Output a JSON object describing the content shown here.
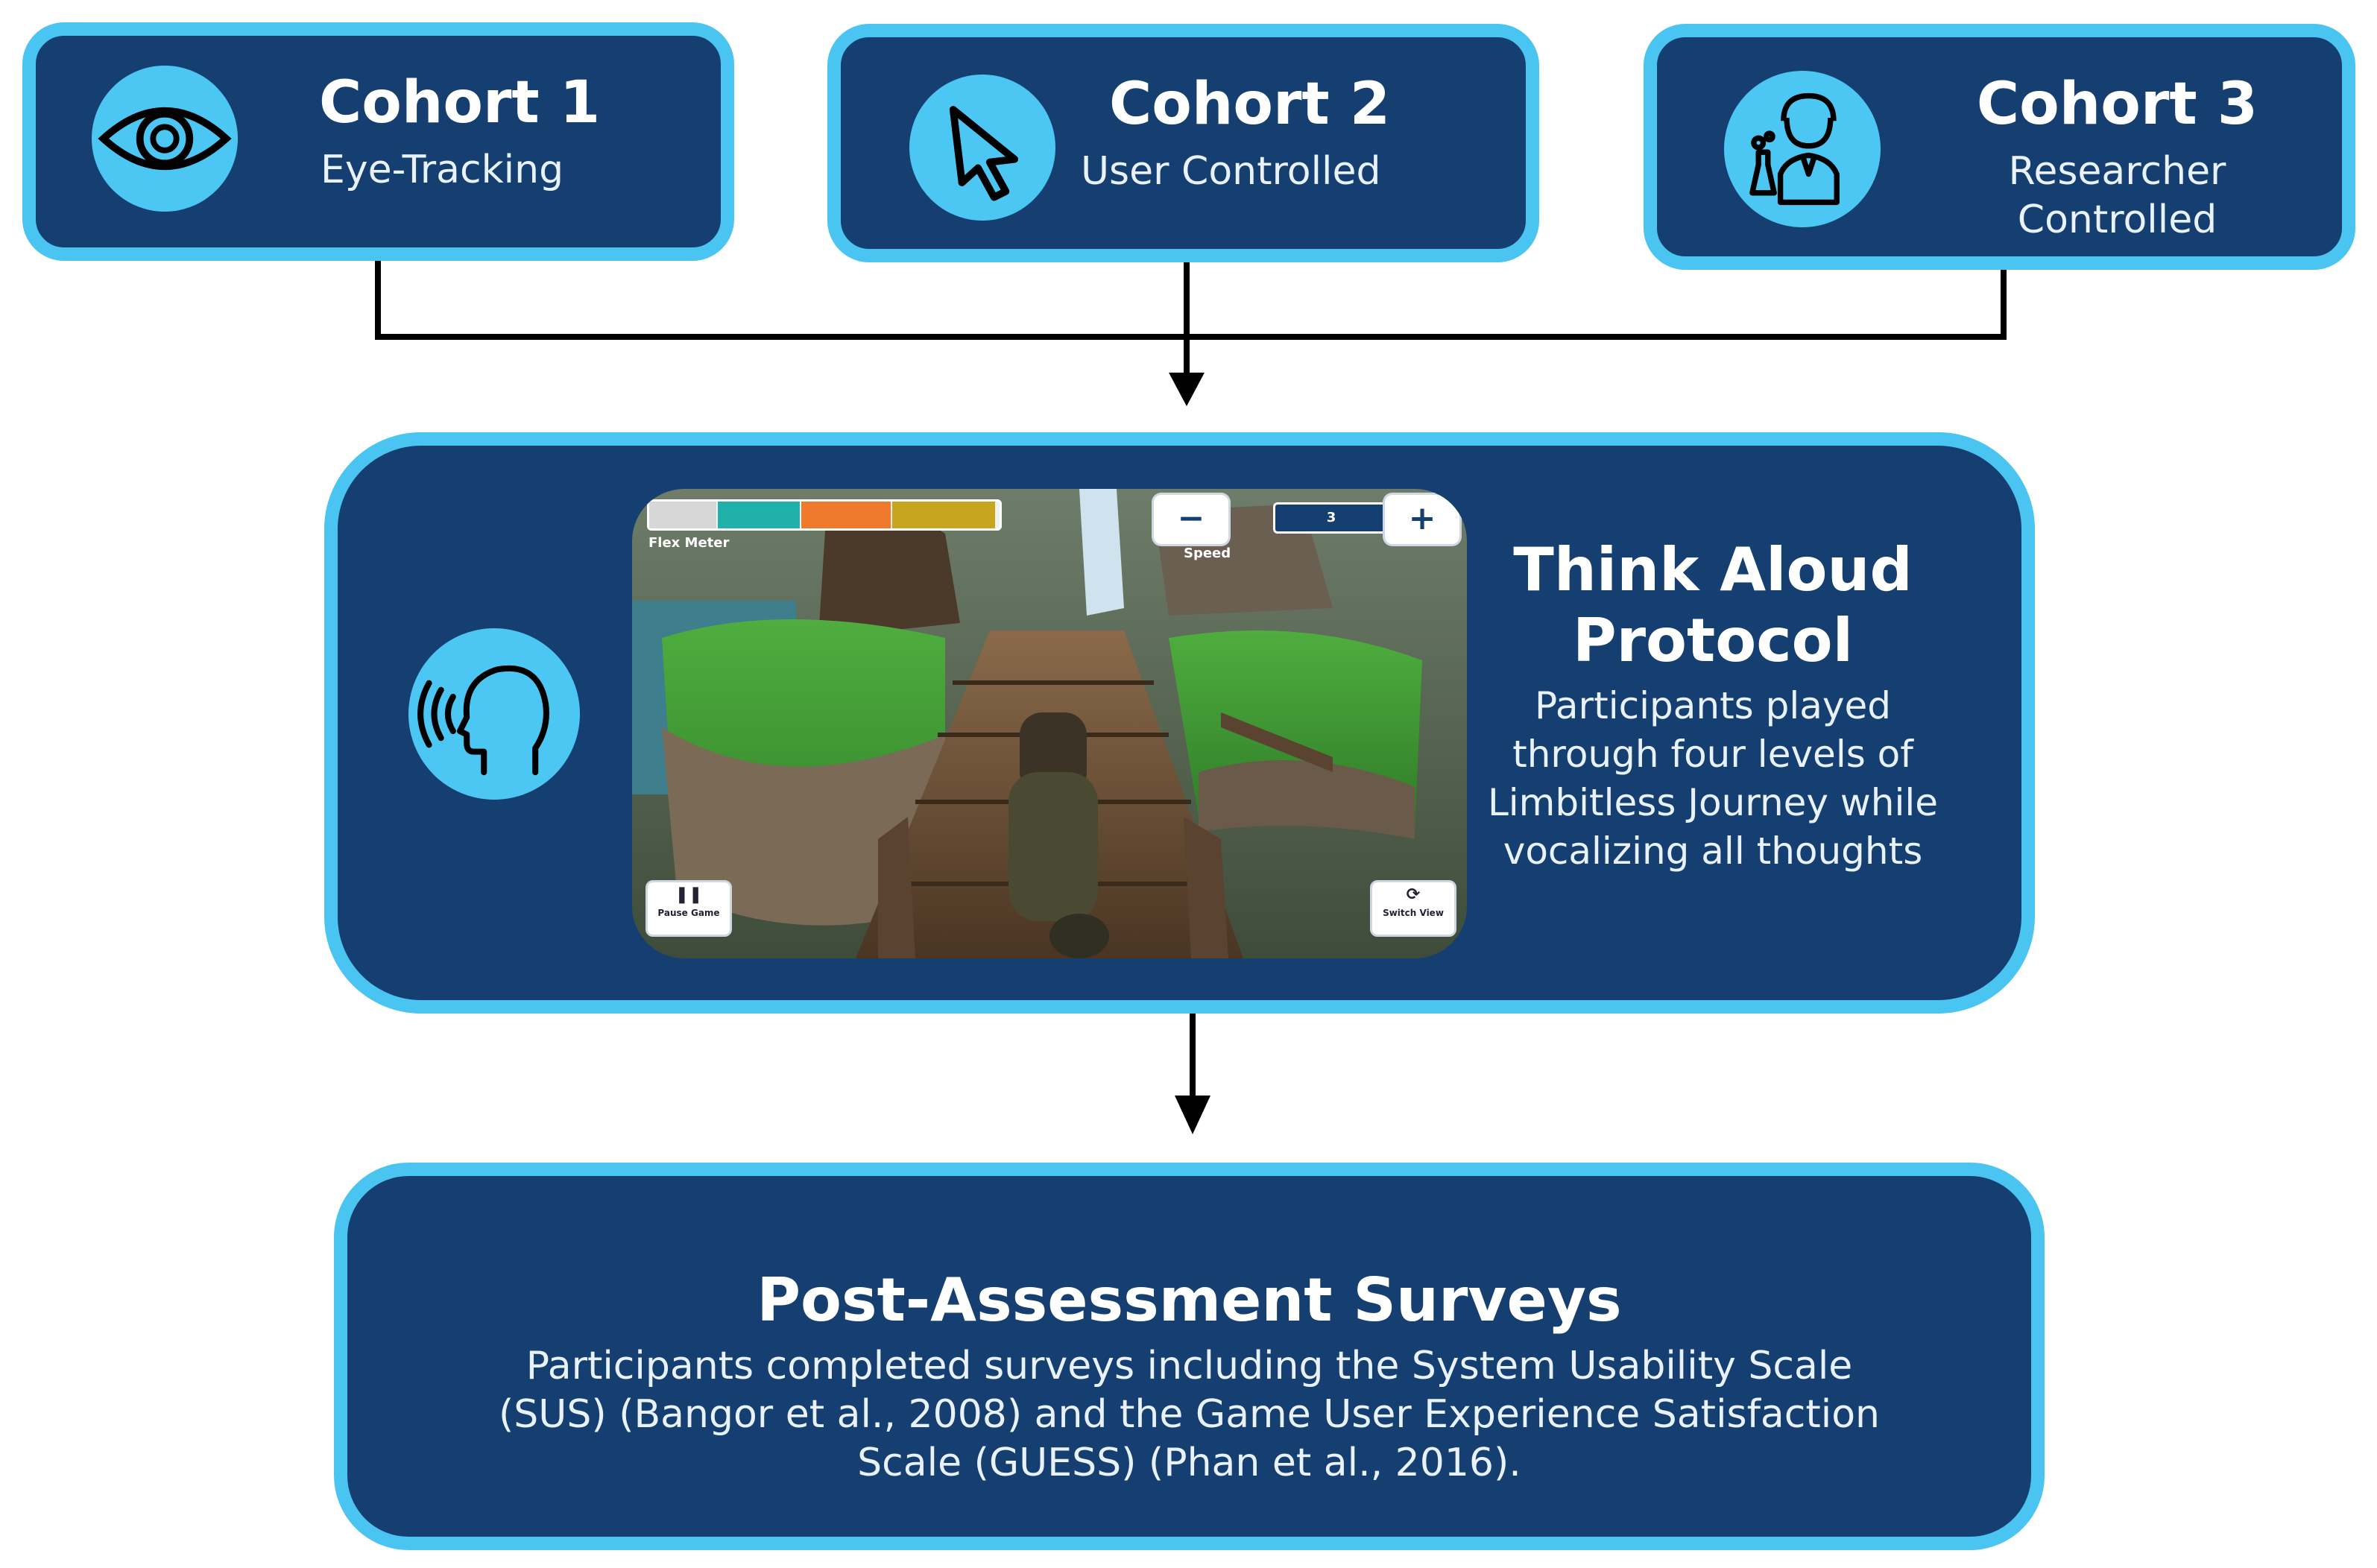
{
  "colors": {
    "box_fill": "#163f71",
    "box_border": "#4ac4f0",
    "icon_circle": "#4cc6f2",
    "text": "#ffffff",
    "connector": "#000000"
  },
  "cohorts": [
    {
      "title": "Cohort 1",
      "subtitle_lines": [
        "Eye-Tracking"
      ],
      "icon": "eye-icon"
    },
    {
      "title": "Cohort 2",
      "subtitle_lines": [
        "User Controlled"
      ],
      "icon": "cursor-icon"
    },
    {
      "title": "Cohort 3",
      "subtitle_lines": [
        "Researcher",
        "Controlled"
      ],
      "icon": "researcher-icon"
    }
  ],
  "think_aloud": {
    "title_lines": [
      "Think Aloud",
      "Protocol"
    ],
    "body_lines": [
      "Participants played",
      "through four levels of",
      "Limbitless Journey while",
      "vocalizing all thoughts"
    ],
    "icon": "speaking-head-icon",
    "game_screenshot": {
      "hud_left_label": "Flex Meter",
      "hud_speed_label": "Speed",
      "hud_speed_value": "3",
      "hud_minus": "−",
      "hud_plus": "+",
      "pause_label": "Pause Game",
      "switch_label": "Switch View",
      "segment_colors": [
        "#d7d7d7",
        "#20b2aa",
        "#f07a2b",
        "#c8a51e"
      ]
    }
  },
  "post_assessment": {
    "title": "Post-Assessment Surveys",
    "body_lines": [
      "Participants completed surveys including the System Usability Scale",
      "(SUS) (Bangor et al., 2008) and the Game User Experience Satisfaction",
      "Scale (GUESS) (Phan et al., 2016)."
    ]
  }
}
